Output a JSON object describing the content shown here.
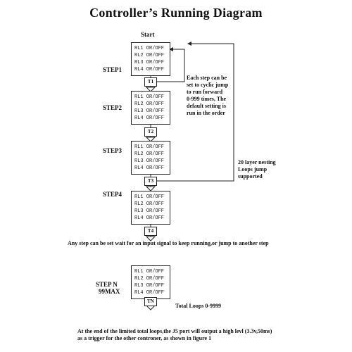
{
  "title": "Controller’s Running Diagram",
  "start_label": "Start",
  "steps": [
    {
      "label": "STEP1",
      "relays": [
        "RL1 OR/OFF",
        "RL2 OR/OFF",
        "RL3 OR/OFF",
        "RL4 OR/OFF"
      ],
      "transition": "T1"
    },
    {
      "label": "STEP2",
      "relays": [
        "RL1 OR/OFF",
        "RL2 OR/OFF",
        "RL3 OR/OFF",
        "RL4 OR/OFF"
      ],
      "transition": "T2"
    },
    {
      "label": "STEP3",
      "relays": [
        "RL1 OR/OFF",
        "RL2 OR/OFF",
        "RL3 OR/OFF",
        "RL4 OR/OFF"
      ],
      "transition": "T3"
    },
    {
      "label": "STEP4",
      "relays": [
        "RL1 OR/OFF",
        "RL2 OR/OFF",
        "RL3 OR/OFF",
        "RL4 OR/OFF"
      ],
      "transition": "T4"
    },
    {
      "label_line1": "STEP  N",
      "label_line2": "99MAX",
      "relays": [
        "RL1 OR/OFF",
        "RL2 OR/OFF",
        "RL3 OR/OFF",
        "RL4 OR/OFF"
      ],
      "transition": "TN"
    }
  ],
  "notes": {
    "cyclic": [
      "Each step can be",
      "set to cyclic jump",
      "to run forward",
      "0-999 times, The",
      "default setting is",
      "run in the order"
    ],
    "nesting": [
      "20 layer nesting",
      "Loops jump",
      "supported"
    ],
    "input_signal": "Any step can be set wait for an  input signal to keep running,or jump to another step",
    "total_loops": "Total Loops 0-9999",
    "footer": [
      "At the end of the  limited total loops,the J5 port will output a high levl (3.3v,50ms)",
      "as a trigger for the other controner, as shown in figure 1"
    ]
  }
}
